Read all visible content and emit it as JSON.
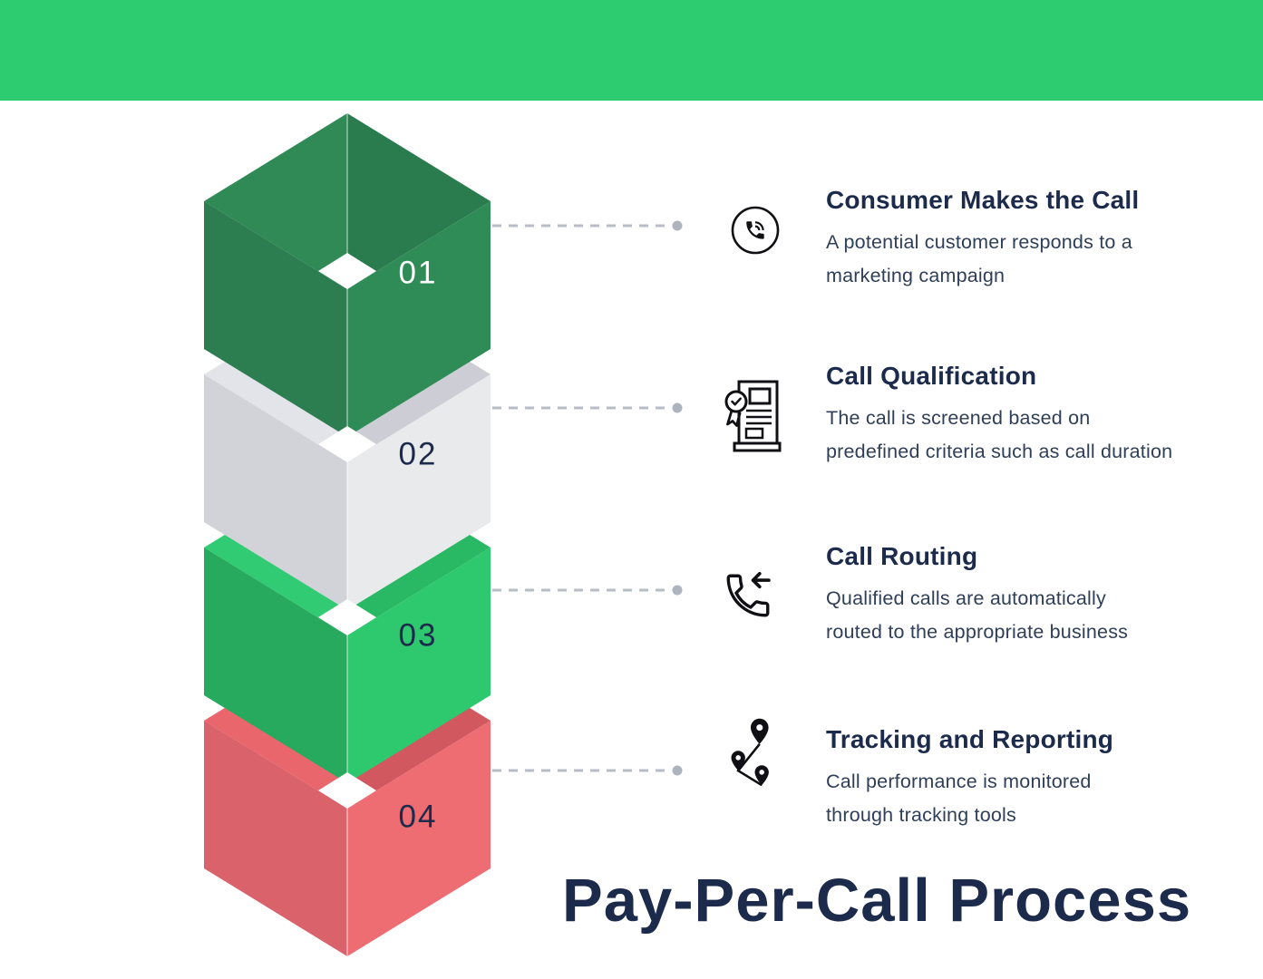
{
  "header_bar": {
    "color": "#2ECC71"
  },
  "main_title": "Pay-Per-Call Process",
  "colors": {
    "heading": "#1C2B4C",
    "body_text": "#2F3F58",
    "dashed_line": "#B7BCC5",
    "connector_dot": "#AEB4BE",
    "background": "#FFFFFF",
    "diamond_hole": "#FFFFFF"
  },
  "steps": [
    {
      "number": "01",
      "heading": "Consumer Makes the Call",
      "description_lines": [
        "A potential customer responds to a",
        "marketing campaign"
      ],
      "icon": "phone-call-icon",
      "cube": {
        "top_left": "#2F8A55",
        "top_right": "#2A7C4E",
        "left": "#2C7E51",
        "right": "#308C57",
        "number_color": "#FFFFFF"
      }
    },
    {
      "number": "02",
      "heading": "Call Qualification",
      "description_lines": [
        "The call is screened based on",
        "predefined criteria such as call duration"
      ],
      "icon": "certificate-document-icon",
      "cube": {
        "top_left": "#E3E4E9",
        "top_right": "#CDCED5",
        "left": "#D2D3D8",
        "right": "#E9EAEC",
        "number_color": "#1C2B4C"
      }
    },
    {
      "number": "03",
      "heading": "Call Routing",
      "description_lines": [
        "Qualified calls are automatically",
        "routed to the appropriate business"
      ],
      "icon": "phone-incoming-call-icon",
      "cube": {
        "top_left": "#30CB72",
        "top_right": "#29B863",
        "left": "#27AA5E",
        "right": "#2EC96F",
        "number_color": "#1C2B4C"
      }
    },
    {
      "number": "04",
      "heading": "Tracking and Reporting",
      "description_lines": [
        "Call performance is monitored",
        "through tracking tools"
      ],
      "icon": "location-tracking-icon",
      "cube": {
        "top_left": "#EA666D",
        "top_right": "#D2585F",
        "left": "#DA626A",
        "right": "#EE6D73",
        "number_color": "#1C2B4C"
      }
    }
  ]
}
